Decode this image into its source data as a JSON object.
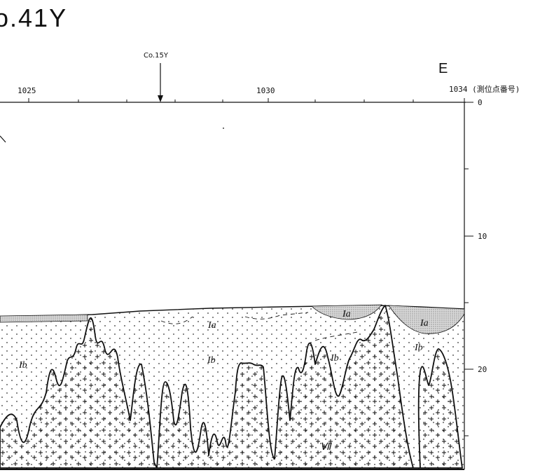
{
  "title": "o.41Y",
  "direction_label": "E",
  "borehole_label": "Co.15Y",
  "stations": [
    {
      "label": "1025",
      "major": true
    },
    {
      "label": "1030",
      "major": true
    },
    {
      "label": "1034 (測位点番号)",
      "major": true
    }
  ],
  "depth_ticks": [
    "0",
    "10",
    "20"
  ],
  "units": [
    {
      "label": "Ia"
    },
    {
      "label": "Ia"
    },
    {
      "label": "Ia"
    },
    {
      "label": "Ib"
    },
    {
      "label": "Ib"
    },
    {
      "label": "Ib"
    },
    {
      "label": "Ib"
    },
    {
      "label": "Ⅶ"
    }
  ],
  "colors": {
    "ink": "#111111",
    "sediment_dot": "#333333",
    "shade": "#bfbfbf"
  }
}
